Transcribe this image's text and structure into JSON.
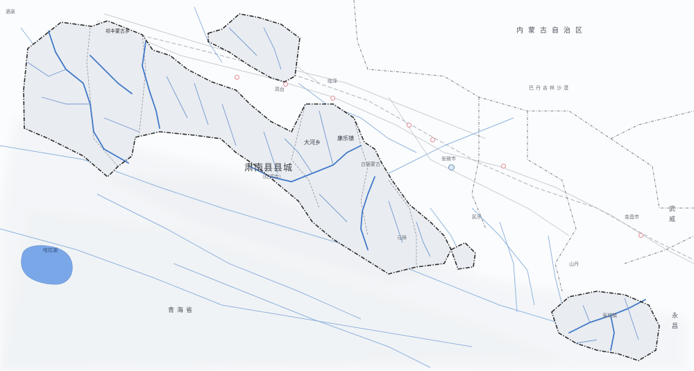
{
  "labels": {
    "inner_mongolia": "内蒙古自治区",
    "qinghai": "青海省",
    "sunan_county": "肃南县县城",
    "sunan_sub": "（红湾寺）",
    "dahe": "大河乡",
    "kangle": "康乐镇",
    "baiyin": "白银蒙古",
    "mati": "马蹄",
    "huangcheng": "皇城镇",
    "qilian_top": "祁丰蒙古乡",
    "hala_hu": "哈拉湖",
    "badain": "巴丹吉林沙漠",
    "minle": "民乐",
    "zhangye": "张掖市",
    "jinchang": "金昌市",
    "wuwei": "武威",
    "yongchang": "永昌",
    "shandan": "山丹",
    "jiuquan": "酒泉",
    "gaotai": "高台",
    "linze": "临泽"
  },
  "colors": {
    "lake": "#7aa7e8",
    "river_main": "#3f78c8",
    "river_minor": "#8fb3de",
    "county_fill": "#e9ecf1",
    "boundary": "#2a2a2a",
    "road": "#c9ccd2",
    "province_line": "#7a7e86"
  }
}
